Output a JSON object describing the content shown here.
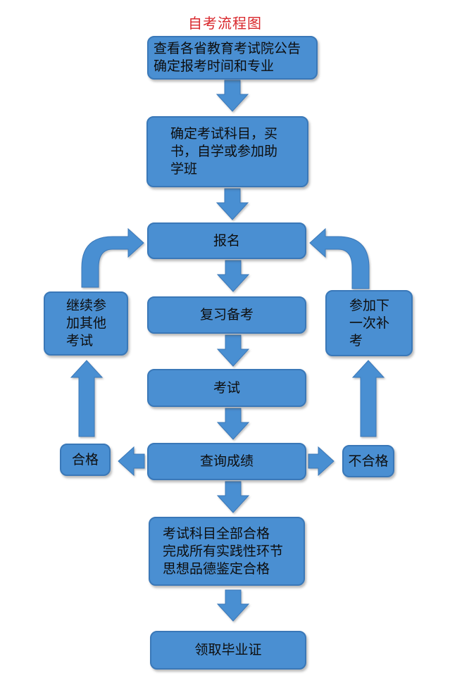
{
  "title": "自考流程图",
  "nodes": {
    "announcement": {
      "lines": [
        "查看各省教育考试院公告",
        "确定报考时间和专业"
      ]
    },
    "choose_subjects": {
      "lines": [
        "确定考试科目，买",
        "书，自学或参加助",
        "学班"
      ]
    },
    "register": {
      "lines": [
        "报名"
      ]
    },
    "review": {
      "lines": [
        "复习备考"
      ]
    },
    "exam": {
      "lines": [
        "考试"
      ]
    },
    "query_scores": {
      "lines": [
        "查询成绩"
      ]
    },
    "pass": {
      "lines": [
        "合格"
      ]
    },
    "fail": {
      "lines": [
        "不合格"
      ]
    },
    "continue_other": {
      "lines": [
        "继续参",
        "加其他",
        "考试"
      ]
    },
    "next_retake": {
      "lines": [
        "参加下",
        "一次补",
        "考"
      ]
    },
    "requirements": {
      "lines": [
        "考试科目全部合格",
        "完成所有实践性环节",
        "思想品德鉴定合格"
      ]
    },
    "diploma": {
      "lines": [
        "领取毕业证"
      ]
    }
  },
  "colors": {
    "node_fill": "#4a8fd2",
    "node_border": "#3a78b8",
    "title": "#d8262b",
    "text": "#0d0d0d"
  }
}
